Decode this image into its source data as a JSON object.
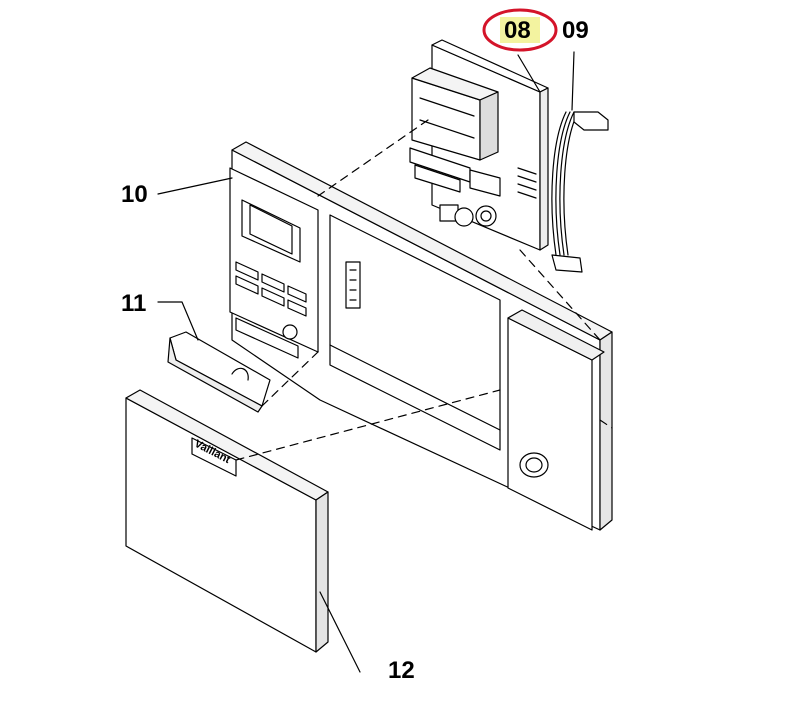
{
  "colors": {
    "line": "#000000",
    "highlight_circle": "#d4142a",
    "highlight_fill": "#f3f3a0",
    "background": "#ffffff"
  },
  "callouts": {
    "c08": "08",
    "c09": "09",
    "c10": "10",
    "c11": "11",
    "c12": "12"
  },
  "logo_text": "Vaillant",
  "highlighted_callout": "08"
}
